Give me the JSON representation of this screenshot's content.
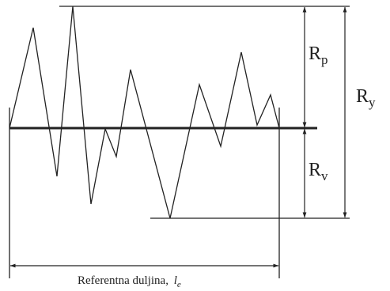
{
  "diagram": {
    "labels": {
      "rp_main": "R",
      "rp_sub": "p",
      "rv_main": "R",
      "rv_sub": "v",
      "ry_main": "R",
      "ry_sub": "y",
      "length_text": "Referentna duljina, ",
      "length_symbol": "l",
      "length_symbol_sub": "e"
    },
    "colors": {
      "line": "#222222",
      "background": "#ffffff"
    }
  }
}
